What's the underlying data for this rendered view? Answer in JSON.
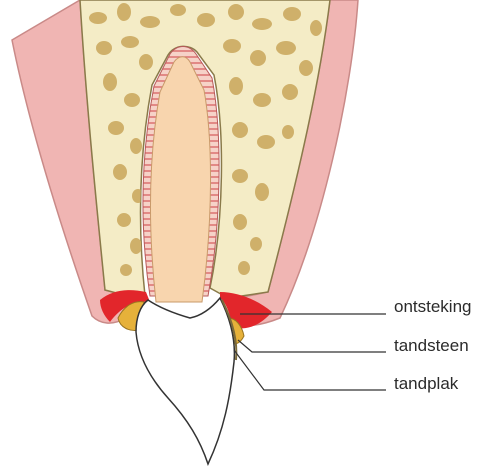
{
  "labels": {
    "inflammation": "ontsteking",
    "tartar": "tandsteen",
    "plaque": "tandplak"
  },
  "colors": {
    "gum": "#f0b5b3",
    "gum_outline": "#c98a88",
    "bone": "#f4ecc6",
    "bone_spots": "#cfb06a",
    "dentin": "#f8d5ae",
    "root_lining": "#d96a6a",
    "enamel": "#ffffff",
    "inflammation": "#e2262b",
    "tartar": "#e6b13a",
    "plaque_line": "#7b6a3a",
    "leader_line": "#333333"
  }
}
